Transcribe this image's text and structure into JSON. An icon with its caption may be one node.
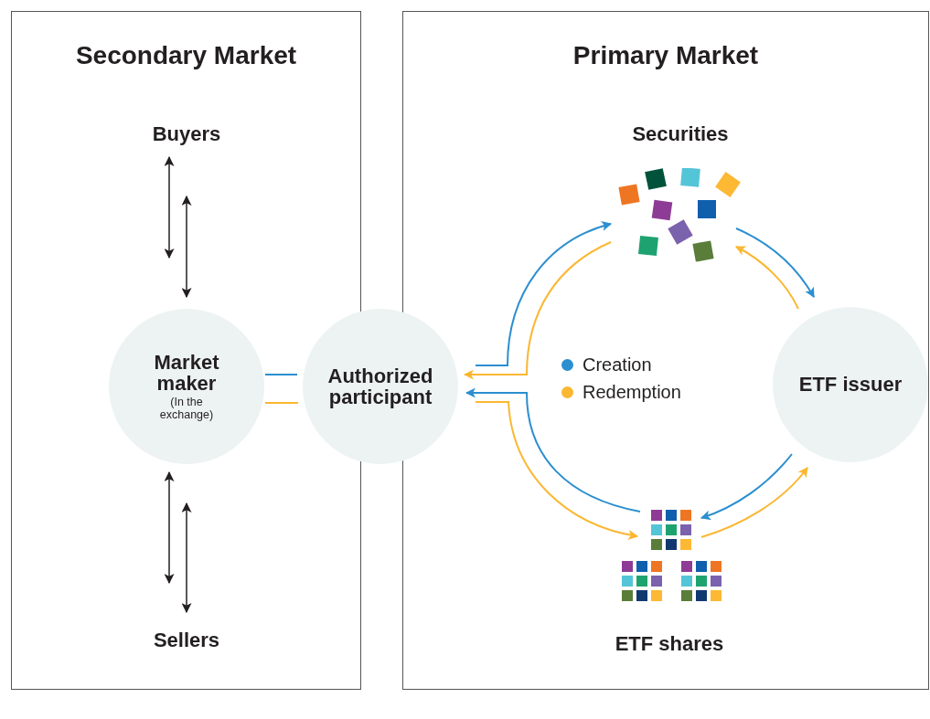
{
  "diagram": {
    "nodes": [
      {
        "text": [
          "Secondary Market"
        ]
      },
      {
        "text": [
          "Primary Market"
        ]
      },
      {
        "text": [
          "Buyers"
        ],
        "in": 0
      },
      {
        "text": [
          "Market maker",
          "(In the exchange)"
        ],
        "in": 0
      },
      {
        "text": [
          "Sellers"
        ],
        "in": 0
      },
      {
        "text": [
          "Authorized participant"
        ]
      },
      {
        "text": [
          "Securities"
        ],
        "in": 1
      },
      {
        "text": [
          "ETF issuer"
        ],
        "in": 1
      },
      {
        "text": [
          "ETF shares"
        ],
        "in": 1
      }
    ],
    "edges": [
      {
        "from": 2,
        "to": 3,
        "arrow": "both",
        "color": "#231f20"
      },
      {
        "from": 2,
        "to": 3,
        "arrow": "both",
        "color": "#231f20"
      },
      {
        "from": 4,
        "to": 3,
        "arrow": "both",
        "color": "#231f20"
      },
      {
        "from": 4,
        "to": 3,
        "arrow": "both",
        "color": "#231f20"
      },
      {
        "from": 3,
        "to": 5,
        "arrow": "none",
        "color": "#2b8fd0"
      },
      {
        "from": 3,
        "to": 5,
        "arrow": "none",
        "color": "#fbb732"
      },
      {
        "from": 5,
        "to": 6,
        "arrow": "to",
        "color": "#2b8fd0"
      },
      {
        "from": 6,
        "to": 7,
        "arrow": "to",
        "color": "#2b8fd0"
      },
      {
        "from": 7,
        "to": 8,
        "arrow": "to",
        "color": "#2b8fd0"
      },
      {
        "from": 8,
        "to": 5,
        "arrow": "to",
        "color": "#2b8fd0"
      },
      {
        "from": 5,
        "to": 8,
        "arrow": "to",
        "color": "#fbb732"
      },
      {
        "from": 8,
        "to": 7,
        "arrow": "to",
        "color": "#fbb732"
      },
      {
        "from": 7,
        "to": 6,
        "arrow": "to",
        "color": "#fbb732"
      },
      {
        "from": 6,
        "to": 5,
        "arrow": "to",
        "color": "#fbb732"
      }
    ],
    "legend": [
      {
        "text": "Creation",
        "color": "#2b8fd0"
      },
      {
        "text": "Redemption",
        "color": "#fbb732"
      }
    ]
  }
}
